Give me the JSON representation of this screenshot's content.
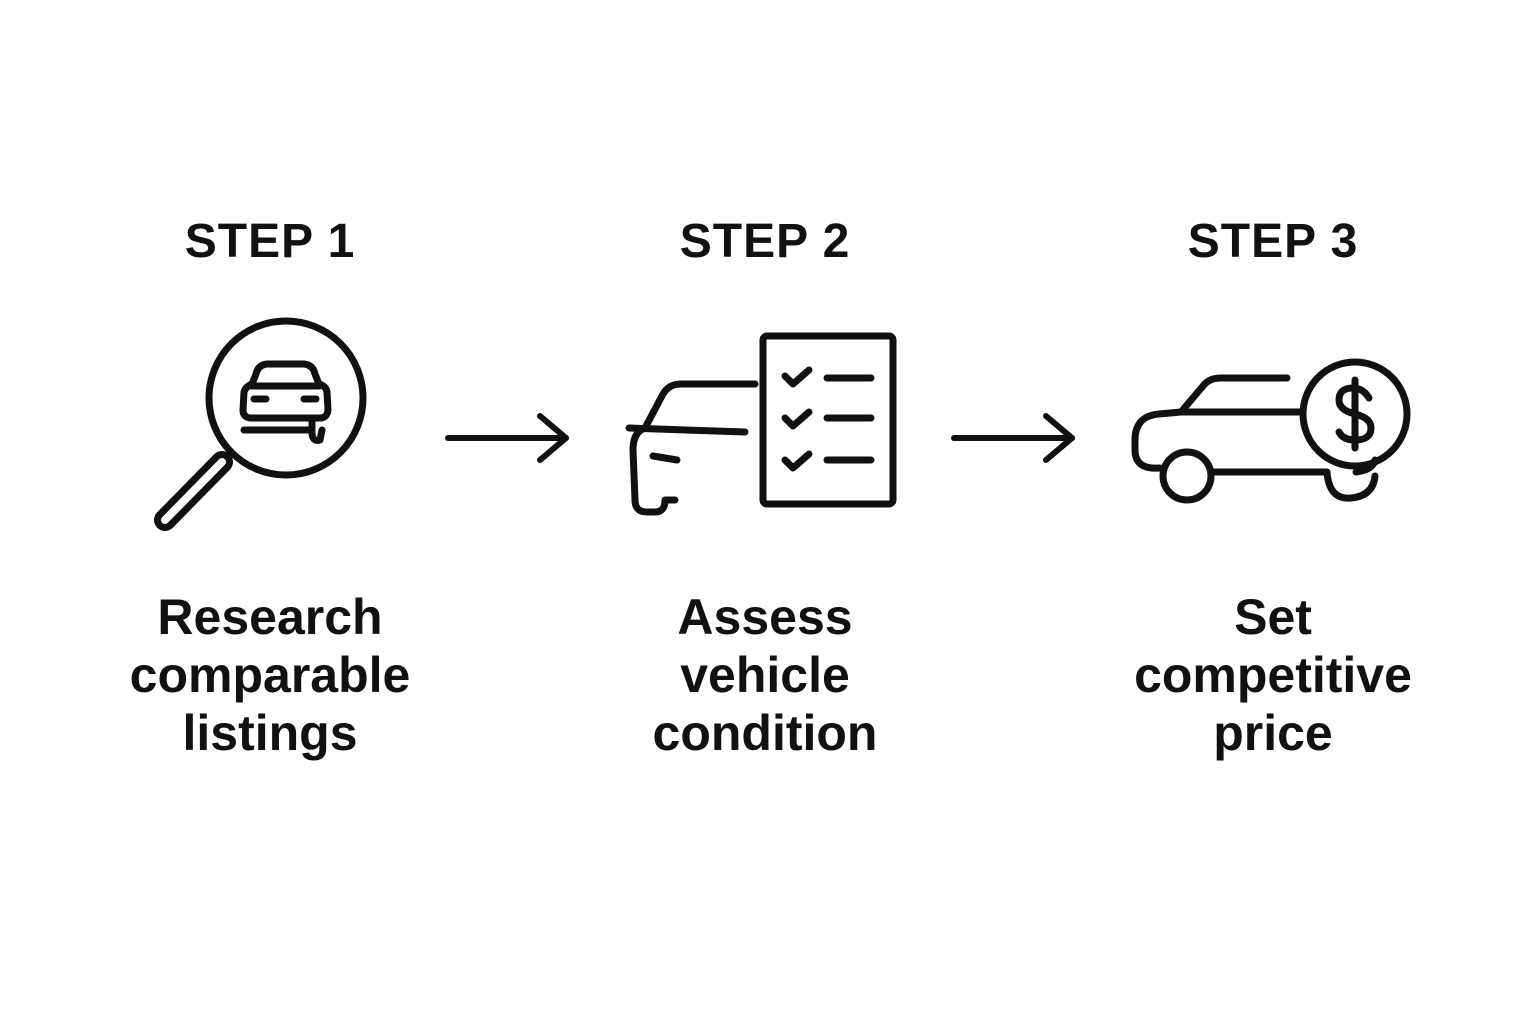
{
  "steps": [
    {
      "title": "STEP 1",
      "icon": "car-search-icon",
      "description": [
        "Research",
        "comparable",
        "listings"
      ]
    },
    {
      "title": "STEP 2",
      "icon": "car-checklist-icon",
      "description": [
        "Assess",
        "vehicle",
        "condition"
      ]
    },
    {
      "title": "STEP 3",
      "icon": "car-price-icon",
      "description": [
        "Set",
        "competitive",
        "price"
      ]
    }
  ],
  "colors": {
    "ink": "#111111",
    "background": "#ffffff"
  }
}
